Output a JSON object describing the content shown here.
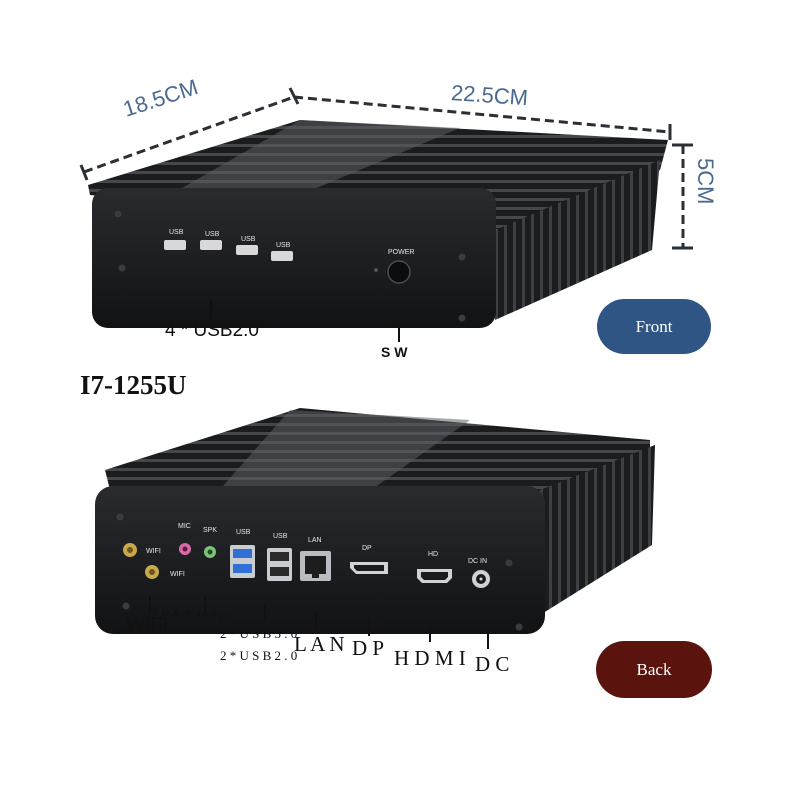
{
  "dimensions": {
    "depth": "18.5CM",
    "width": "22.5CM",
    "height": "5CM"
  },
  "model": "I7-1255U",
  "front": {
    "badge": "Front",
    "panel_labels": {
      "usb": "USB",
      "power": "POWER"
    },
    "callouts": {
      "usb": "4 * USB2.0",
      "switch": "S W"
    }
  },
  "back": {
    "badge": "Back",
    "panel_labels": {
      "wifi": "WIFI",
      "mic": "MIC",
      "spk": "SPK",
      "usb": "USB",
      "lan": "LAN",
      "dp": "DP",
      "hd": "HD",
      "dcin": "DC IN"
    },
    "callouts": {
      "wifi": "WIFI",
      "audio": "s p k + m i c",
      "usb3": "2 * U S B 3 . 0",
      "usb2": "2 * U S B 2 . 0",
      "lan": "L A N",
      "dp": "D P",
      "hdmi": "H D M I",
      "dc": "D C"
    }
  },
  "colors": {
    "front_badge": "#2f5585",
    "back_badge": "#5a140d",
    "dimension_text": "#4a6a8f",
    "chassis": "#141517"
  }
}
